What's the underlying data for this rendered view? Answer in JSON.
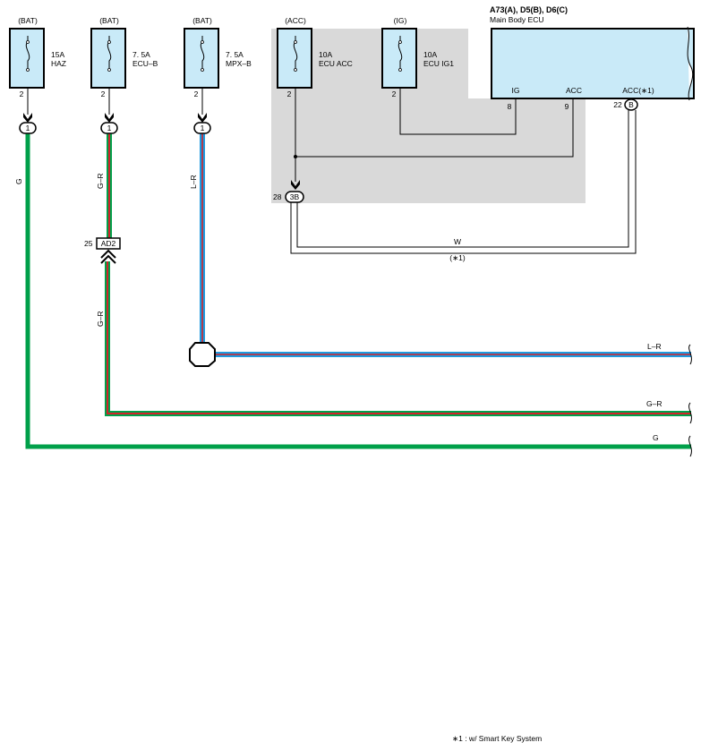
{
  "fuses": [
    {
      "supply": "(BAT)",
      "rating": "15A",
      "name": "HAZ",
      "pin": "2"
    },
    {
      "supply": "(BAT)",
      "rating": "7. 5A",
      "name": "ECU–B",
      "pin": "2"
    },
    {
      "supply": "(BAT)",
      "rating": "7. 5A",
      "name": "MPX–B",
      "pin": "2"
    },
    {
      "supply": "(ACC)",
      "rating": "10A",
      "name": "ECU ACC",
      "pin": "2"
    },
    {
      "supply": "(IG)",
      "rating": "10A",
      "name": "ECU IG1",
      "pin": "2"
    }
  ],
  "fuse_connectors": [
    "1",
    "1",
    "1"
  ],
  "ecu": {
    "code": "A73(A), D5(B), D6(C)",
    "name": "Main Body ECU",
    "pins": [
      {
        "label": "IG",
        "num": "8"
      },
      {
        "label": "ACC",
        "num": "9"
      },
      {
        "label": "ACC(∗1)",
        "num": "22",
        "conn": "B"
      }
    ]
  },
  "junction_3b": {
    "num": "28",
    "label": "3B"
  },
  "connector_ad2": {
    "num": "25",
    "label": "AD2"
  },
  "wire_labels": {
    "g": "G",
    "gr": "G–R",
    "lr": "L–R",
    "w": "W",
    "note_ref": "(∗1)"
  },
  "colors": {
    "green": "#00a04a",
    "red": "#d2232a",
    "blue": "#1e9be0",
    "fuse_fill": "#c9eaf8",
    "gray_area": "#d9d9d9"
  },
  "footnote": "∗1 : w/ Smart Key System"
}
